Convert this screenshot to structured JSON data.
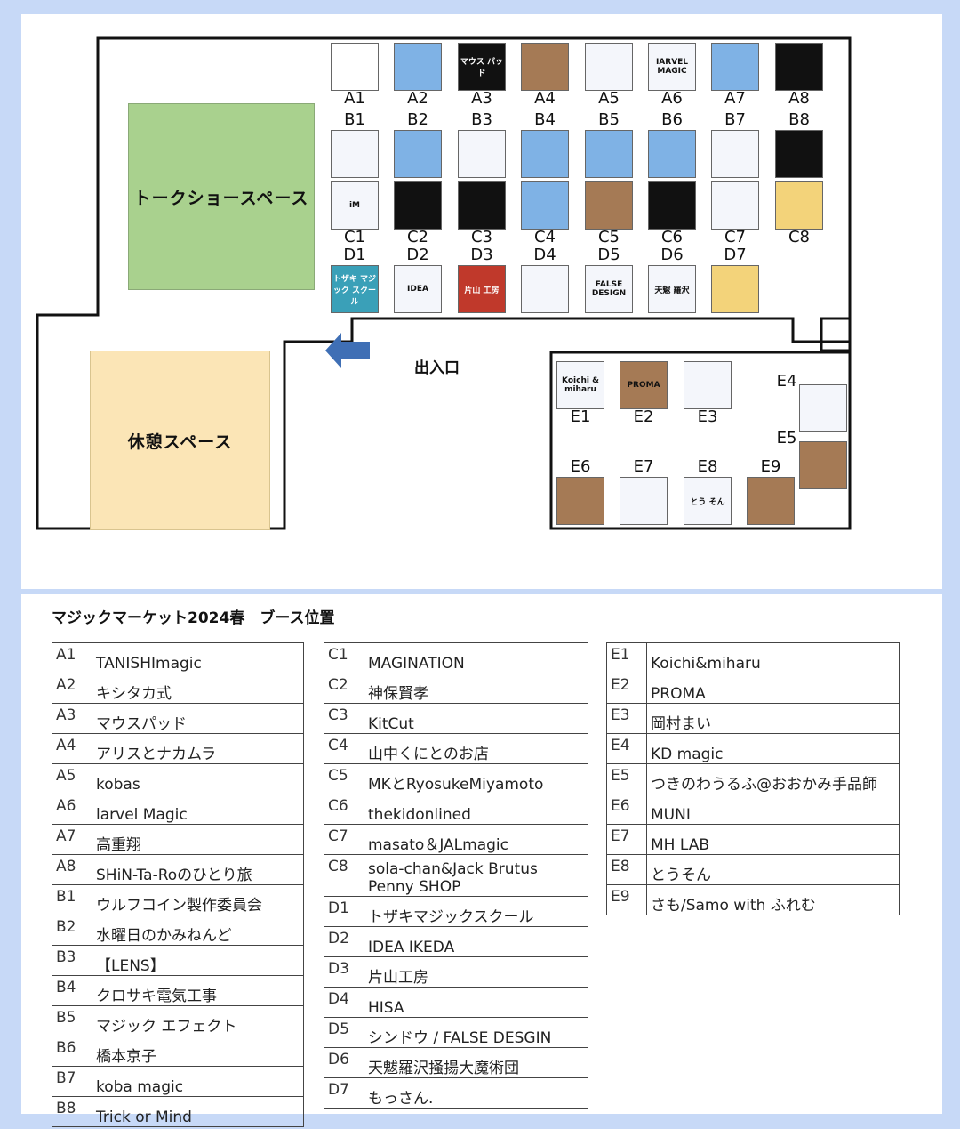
{
  "zones": {
    "talk": "トークショースペース",
    "rest": "休憩スペース"
  },
  "entrance": "出入口",
  "title": "マジックマーケット2024春　ブース位置",
  "booths": [
    {
      "id": "A1",
      "name": "TANISHImagic",
      "thumb": "silhouette-icon"
    },
    {
      "id": "A2",
      "name": "キシタカ式",
      "thumb": "photo-icon"
    },
    {
      "id": "A3",
      "name": "マウスパッド",
      "thumb": "mousepad-icon"
    },
    {
      "id": "A4",
      "name": "アリスとナカムラ",
      "thumb": "photo-icon"
    },
    {
      "id": "A5",
      "name": "kobas",
      "thumb": "card-icon"
    },
    {
      "id": "A6",
      "name": "larvel Magic",
      "thumb": "logo-icon"
    },
    {
      "id": "A7",
      "name": "高重翔",
      "thumb": "photo-icon"
    },
    {
      "id": "A8",
      "name": "SHiN-Ta-Roのひとり旅",
      "thumb": "photo-icon"
    },
    {
      "id": "B1",
      "name": "ウルフコイン製作委員会",
      "thumb": "coin-icon"
    },
    {
      "id": "B2",
      "name": "水曜日のかみねんど",
      "thumb": "illustration-icon"
    },
    {
      "id": "B3",
      "name": "【LENS】",
      "thumb": "ghost-icon"
    },
    {
      "id": "B4",
      "name": "クロサキ電気工事",
      "thumb": "card-icon"
    },
    {
      "id": "B5",
      "name": "マジック エフェクト",
      "thumb": "banner-icon"
    },
    {
      "id": "B6",
      "name": "橋本京子",
      "thumb": "banner-icon"
    },
    {
      "id": "B7",
      "name": "koba magic",
      "thumb": "illustration-icon"
    },
    {
      "id": "B8",
      "name": "Trick or Mind",
      "thumb": "emblem-icon"
    },
    {
      "id": "C1",
      "name": "MAGINATION",
      "thumb": "logo-icon"
    },
    {
      "id": "C2",
      "name": "神保賢孝",
      "thumb": "signature-icon"
    },
    {
      "id": "C3",
      "name": "KitCut",
      "thumb": "signature-icon"
    },
    {
      "id": "C4",
      "name": "山中くにとのお店",
      "thumb": "face-icon"
    },
    {
      "id": "C5",
      "name": "MKとRyosukeMiyamoto",
      "thumb": "photo-icon"
    },
    {
      "id": "C6",
      "name": "thekidonlined",
      "thumb": "cards-icon"
    },
    {
      "id": "C7",
      "name": "masato＆JALmagic",
      "thumb": "logo-icon"
    },
    {
      "id": "C8",
      "name": "sola-chan&Jack Brutus Penny SHOP",
      "thumb": "illustration-icon"
    },
    {
      "id": "D1",
      "name": "トザキマジックスクール",
      "thumb": "logo-icon"
    },
    {
      "id": "D2",
      "name": "IDEA IKEDA",
      "thumb": "logo-icon"
    },
    {
      "id": "D3",
      "name": "片山工房",
      "thumb": "logo-icon"
    },
    {
      "id": "D4",
      "name": "HISA",
      "thumb": "logo-icon"
    },
    {
      "id": "D5",
      "name": "シンドウ / FALSE DESGIN",
      "thumb": "logo-icon"
    },
    {
      "id": "D6",
      "name": " 天魃羅沢掻揚大魔術団",
      "thumb": "logo-icon"
    },
    {
      "id": "D7",
      "name": " もっさん.",
      "thumb": "book-icon"
    },
    {
      "id": "E1",
      "name": "Koichi&miharu",
      "thumb": "logo-icon"
    },
    {
      "id": "E2",
      "name": "PROMA",
      "thumb": "logo-icon"
    },
    {
      "id": "E3",
      "name": "岡村まい",
      "thumb": "illustration-icon"
    },
    {
      "id": "E4",
      "name": "KD magic",
      "thumb": "spade-icon"
    },
    {
      "id": "E5",
      "name": "つきのわうるふ@おおかみ手品師",
      "thumb": "photo-icon"
    },
    {
      "id": "E6",
      "name": "MUNI",
      "thumb": "illustration-icon"
    },
    {
      "id": "E7",
      "name": "MH LAB",
      "thumb": "illustration-icon"
    },
    {
      "id": "E8",
      "name": "とうそん",
      "thumb": "logo-icon"
    },
    {
      "id": "E9",
      "name": "さも/Samo with ふれむ",
      "thumb": "photo-icon"
    }
  ],
  "thumb_text": {
    "A3": "マウス パッド",
    "A6": "IARVEL MAGIC",
    "C1": "iM",
    "D1": "トザキ マジック スクール",
    "D2": "IDEA",
    "D3": "片山 工房",
    "D5": "FALSE DESIGN",
    "D6": "天魃 羅沢",
    "E1": "Koichi & miharu",
    "E2": "PROMA",
    "E8": "とう そん"
  }
}
